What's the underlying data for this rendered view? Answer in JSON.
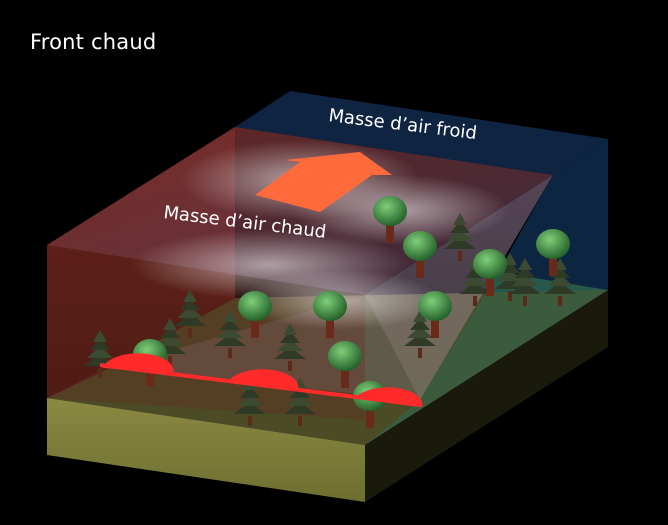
{
  "title": "Front chaud",
  "labels": {
    "cold_air": "Masse d’air froid",
    "warm_air": "Masse d’air chaud"
  },
  "colors": {
    "background": "#000000",
    "cold_air": "#0d2340",
    "warm_air": "#5a1a14",
    "ground_top": "#4a4a26",
    "ground_front": "#7a7a3a",
    "front_line": "#ff2a2a",
    "arrow": "#ff6a3d"
  },
  "icons": [
    "tree-icon",
    "arrow-icon"
  ]
}
